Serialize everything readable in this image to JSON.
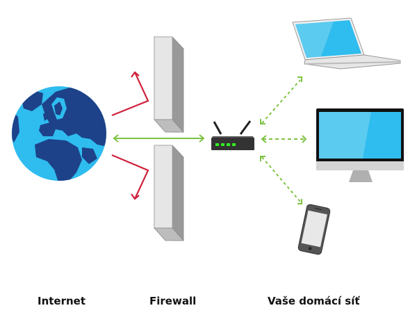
{
  "labels": {
    "internet": "Internet",
    "firewall": "Firewall",
    "home_network": "Vaše domácí síť"
  },
  "nodes": {
    "internet": {
      "icon": "globe-icon"
    },
    "firewall": {
      "icon": "firewall-wall-icon",
      "segments": 2
    },
    "router": {
      "icon": "router-icon",
      "antennas": 2,
      "status_leds": 4
    },
    "devices": [
      {
        "name": "laptop",
        "icon": "laptop-icon"
      },
      {
        "name": "desktop",
        "icon": "monitor-icon"
      },
      {
        "name": "phone",
        "icon": "smartphone-icon"
      }
    ]
  },
  "connections": [
    {
      "from": "internet",
      "to": "router",
      "style": "solid",
      "direction": "both",
      "status": "allowed"
    },
    {
      "from": "internet",
      "to": "firewall-top",
      "style": "solid",
      "direction": "deflected",
      "status": "blocked"
    },
    {
      "from": "internet",
      "to": "firewall-bottom",
      "style": "solid",
      "direction": "deflected",
      "status": "blocked"
    },
    {
      "from": "router",
      "to": "laptop",
      "style": "dashed",
      "direction": "both",
      "status": "allowed"
    },
    {
      "from": "router",
      "to": "desktop",
      "style": "dashed",
      "direction": "both",
      "status": "allowed"
    },
    {
      "from": "router",
      "to": "phone",
      "style": "dashed",
      "direction": "both",
      "status": "allowed"
    }
  ],
  "colors": {
    "allowed": "#7dc242",
    "blocked": "#d0213c",
    "ocean": "#2fbcef",
    "land": "#1d4289",
    "screen": "#2fbcef",
    "led": "#33ee22"
  }
}
